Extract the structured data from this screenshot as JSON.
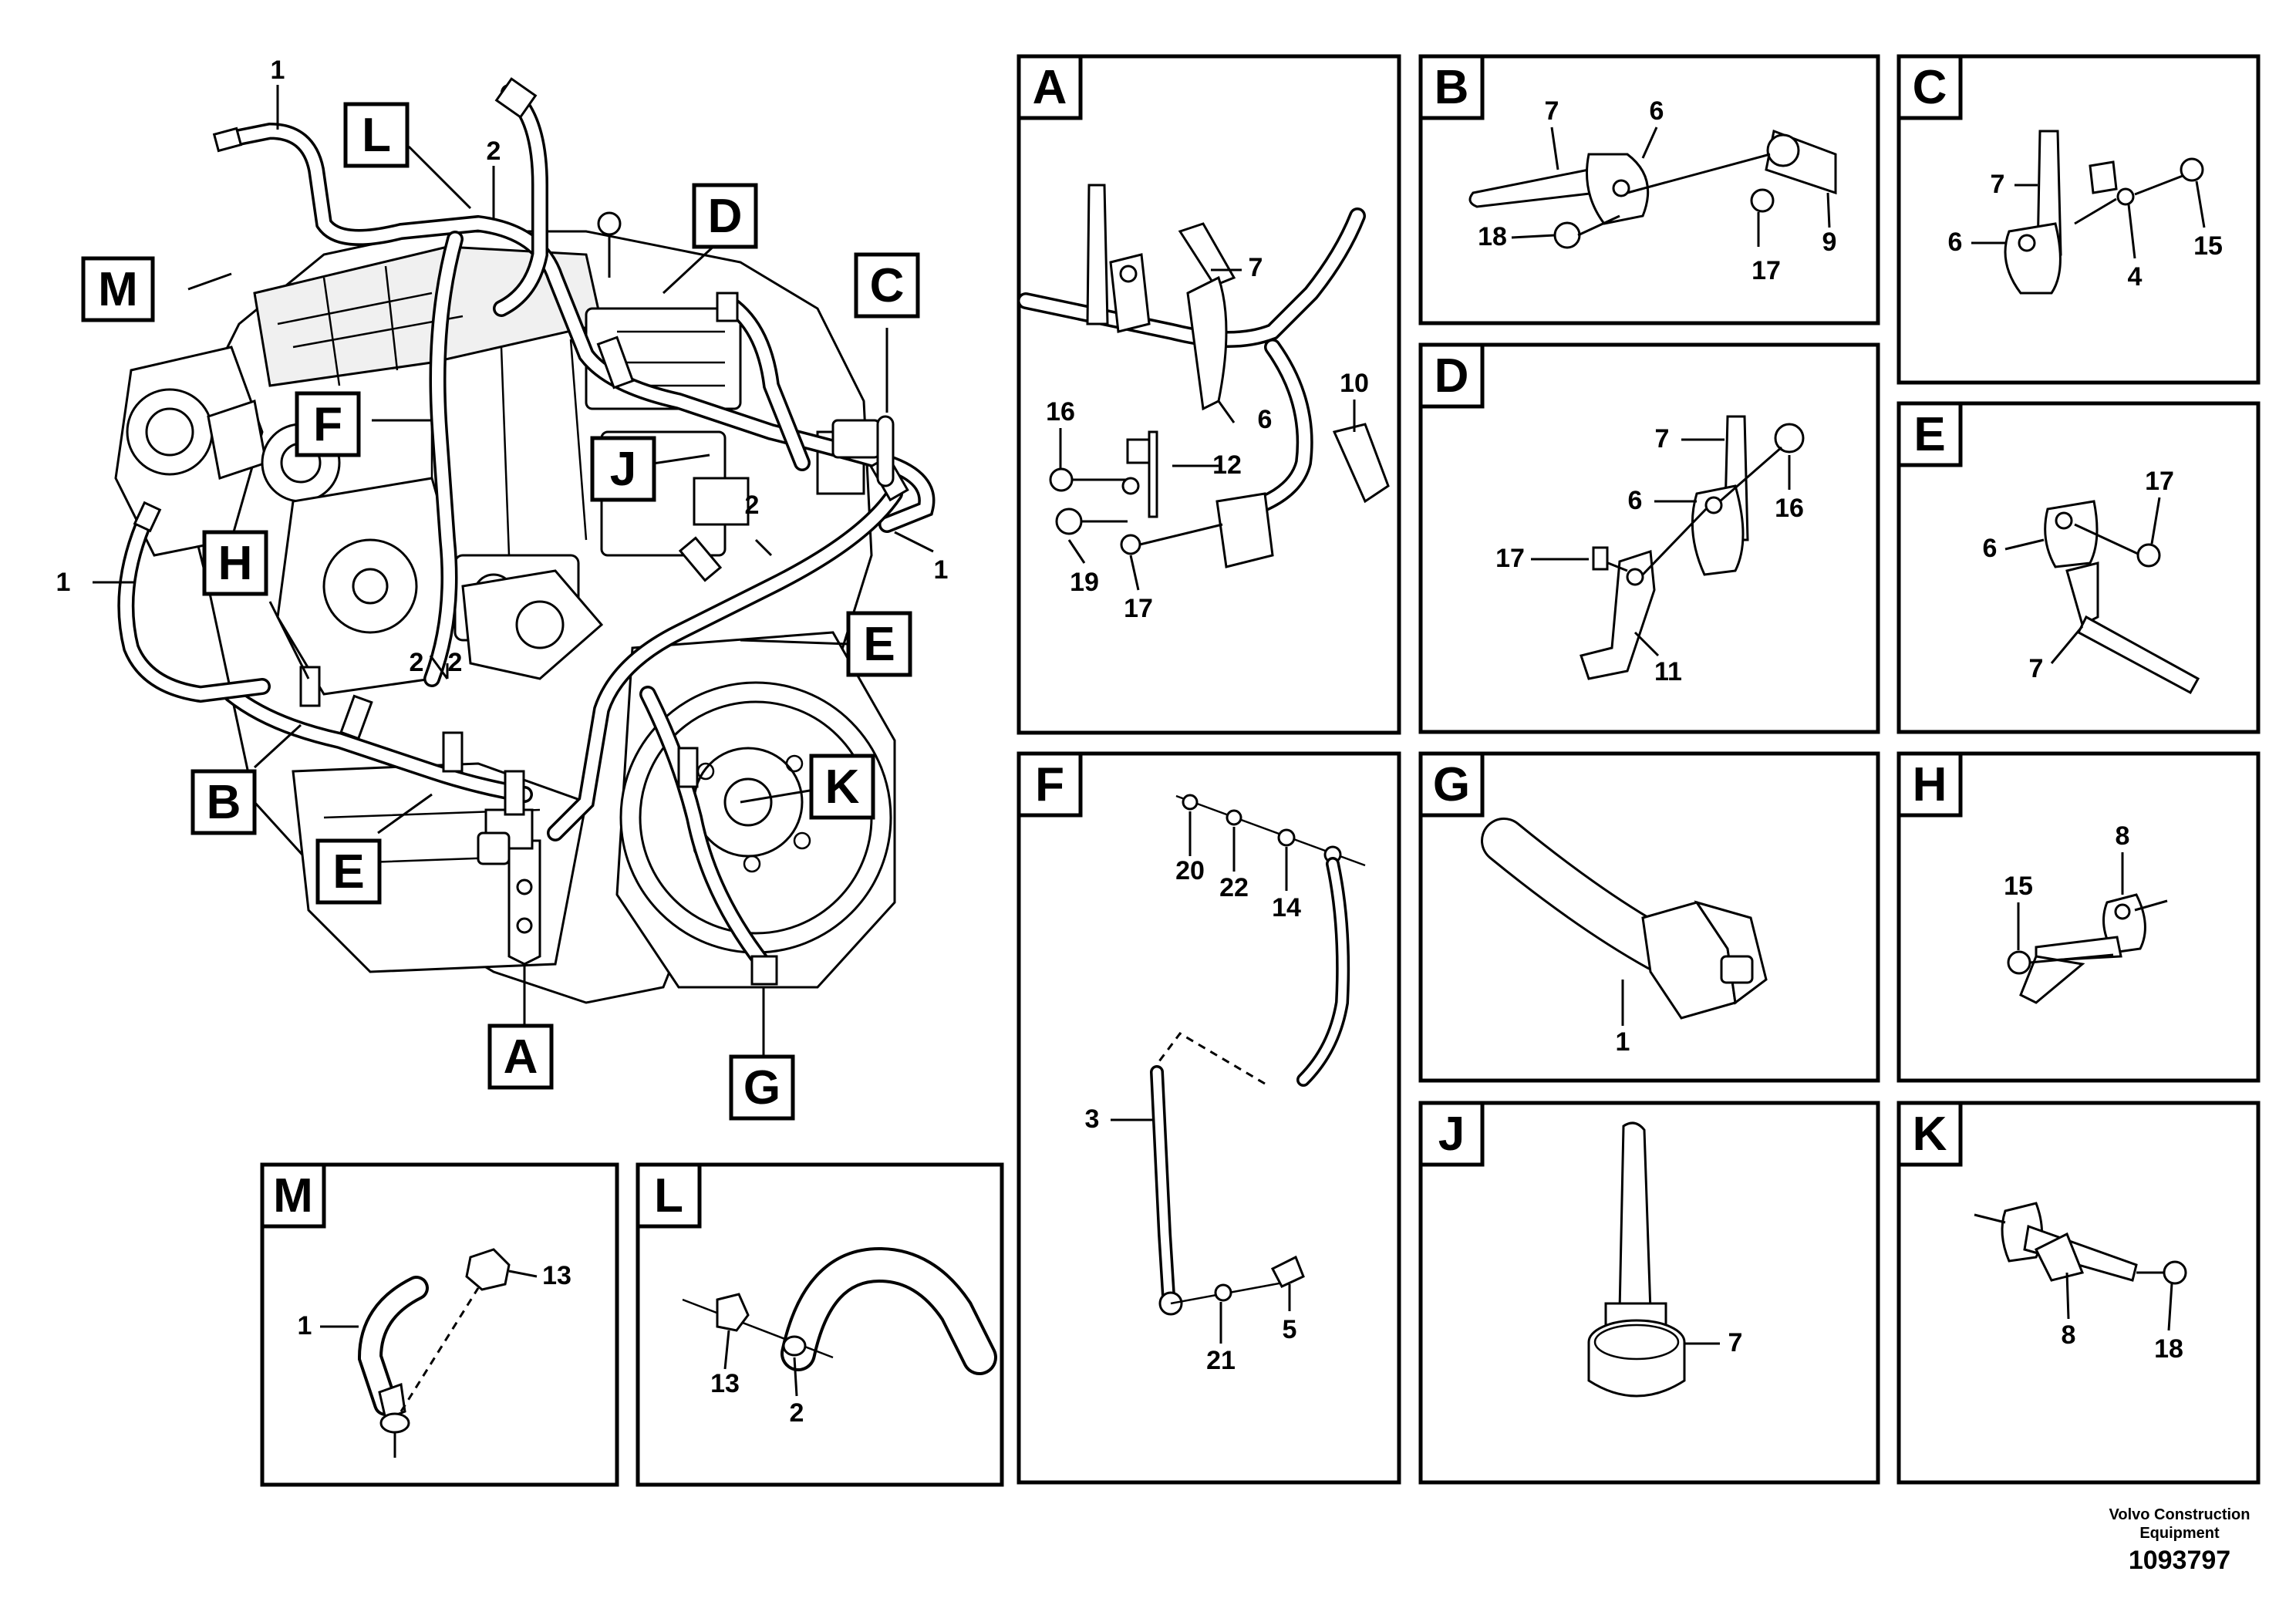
{
  "main_view": {
    "callouts": [
      "L",
      "D",
      "M",
      "C",
      "F",
      "J",
      "H",
      "E",
      "B",
      "K",
      "E",
      "A",
      "G"
    ],
    "numbers": [
      "1",
      "2",
      "2",
      "1",
      "1",
      "2",
      "2"
    ]
  },
  "panels": {
    "A": {
      "caption": "A",
      "labels": [
        "7",
        "16",
        "6",
        "12",
        "10",
        "19",
        "17"
      ]
    },
    "B": {
      "caption": "B",
      "labels": [
        "7",
        "6",
        "18",
        "17",
        "9"
      ]
    },
    "C": {
      "caption": "C",
      "labels": [
        "7",
        "6",
        "4",
        "15"
      ]
    },
    "D": {
      "caption": "D",
      "labels": [
        "7",
        "6",
        "16",
        "17",
        "11"
      ]
    },
    "E": {
      "caption": "E",
      "labels": [
        "17",
        "6",
        "7"
      ]
    },
    "F": {
      "caption": "F",
      "labels": [
        "20",
        "22",
        "14",
        "3",
        "21",
        "5"
      ]
    },
    "G": {
      "caption": "G",
      "labels": [
        "1"
      ]
    },
    "H": {
      "caption": "H",
      "labels": [
        "8",
        "15"
      ]
    },
    "J": {
      "caption": "J",
      "labels": [
        "7"
      ]
    },
    "K": {
      "caption": "K",
      "labels": [
        "8",
        "18"
      ]
    },
    "M": {
      "caption": "M",
      "labels": [
        "13",
        "1"
      ]
    },
    "L": {
      "caption": "L",
      "labels": [
        "13",
        "2"
      ]
    }
  },
  "footer": {
    "brand_line1": "Volvo Construction",
    "brand_line2": "Equipment",
    "drawing_number": "1093797"
  },
  "icons": [
    "engine-illustration",
    "wiring-harness",
    "cable-tie",
    "clamp",
    "bracket",
    "bolt",
    "nut",
    "washer",
    "connector"
  ]
}
